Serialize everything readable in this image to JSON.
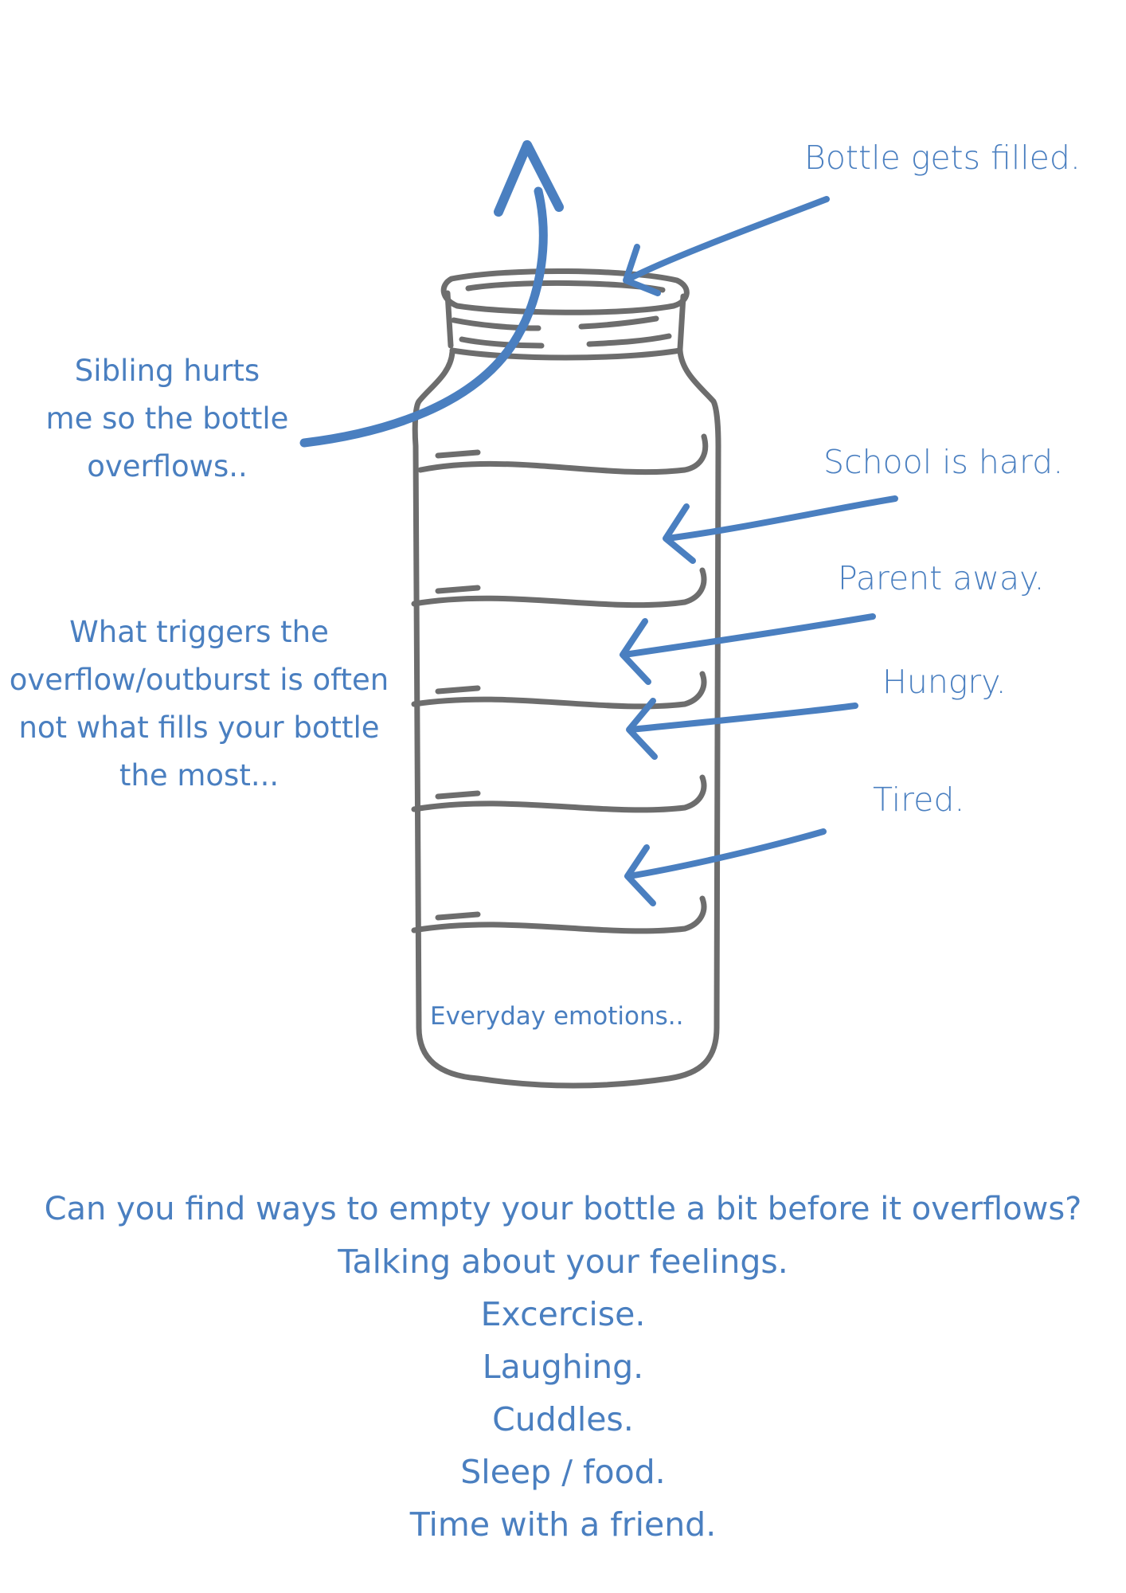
{
  "colors": {
    "accent": "#4a7fc0",
    "outline": "#6d6d6d"
  },
  "arrow_labels": {
    "bottle_gets_filled": "Bottle gets filled.",
    "school_is_hard": "School is hard.",
    "parent_away": "Parent away.",
    "hungry": "Hungry.",
    "tired": "Tired."
  },
  "sibling_note": {
    "lines": [
      "Sibling hurts",
      "me so the bottle",
      "overflows.."
    ]
  },
  "trigger_note": {
    "lines": [
      "What triggers the",
      "overflow/outburst is often",
      "not what fills your bottle",
      "the most..."
    ]
  },
  "bottle_base_label": "Everyday emotions..",
  "bottom": {
    "question": "Can you find ways to empty your bottle a bit before it overflows?",
    "ideas": [
      "Talking about your feelings.",
      "Excercise.",
      "Laughing.",
      "Cuddles.",
      "Sleep / food.",
      "Time with a friend."
    ]
  }
}
